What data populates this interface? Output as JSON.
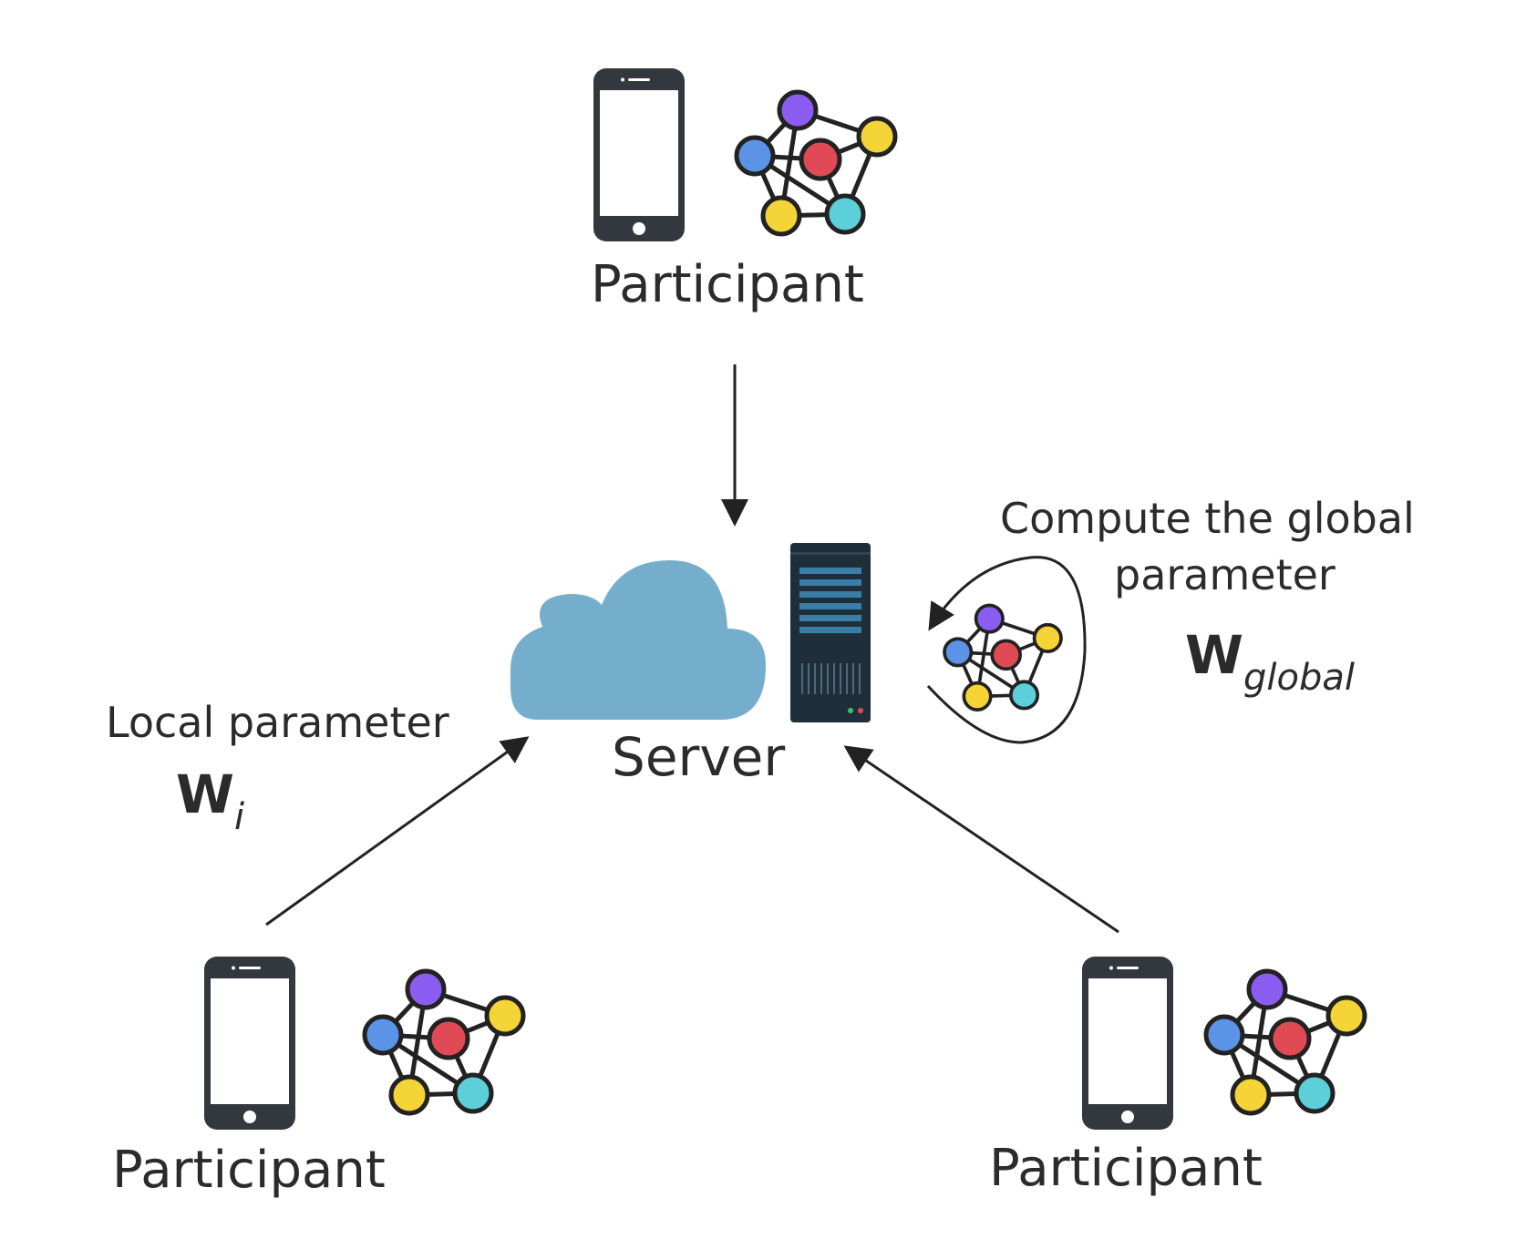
{
  "participants": {
    "top": "Participant",
    "bottom_left": "Participant",
    "bottom_right": "Participant"
  },
  "server": {
    "label": "Server"
  },
  "local_parameter": {
    "text": "Local parameter",
    "symbol": "W",
    "subscript": "i"
  },
  "global_parameter": {
    "text_line1": "Compute the global",
    "text_line2": "parameter",
    "symbol": "W",
    "subscript": "global"
  },
  "colors": {
    "cloud": "#75aecd",
    "phone_body": "#33373e",
    "server_body": "#1e2f3b",
    "server_slot": "#3a7ea6",
    "node_purple": "#8b5cf0",
    "node_blue": "#5b93e6",
    "node_red": "#e04a55",
    "node_yellow": "#f5d437",
    "node_cyan": "#5ccfd8",
    "line": "#222222"
  }
}
